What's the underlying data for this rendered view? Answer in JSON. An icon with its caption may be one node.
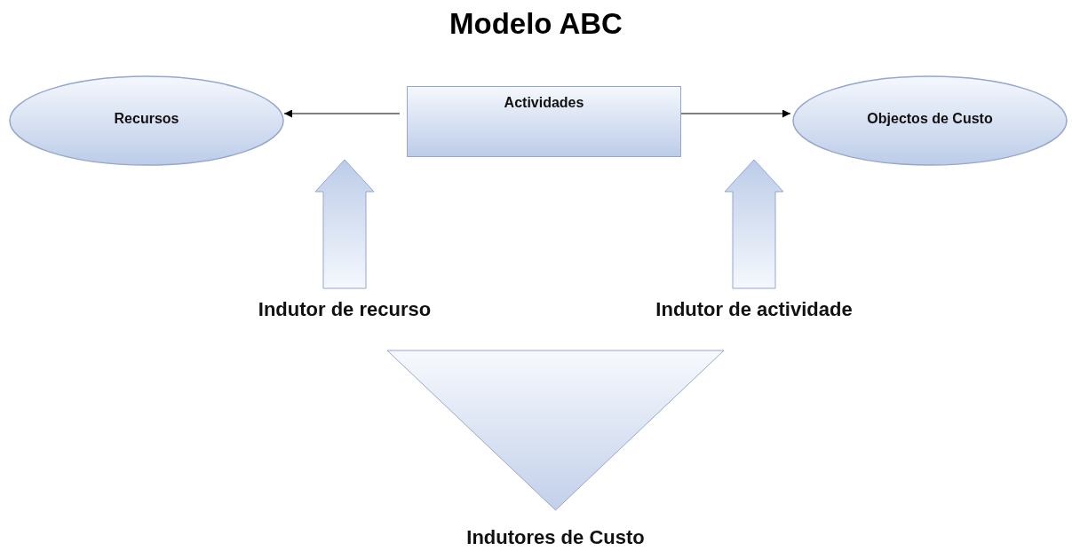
{
  "diagram": {
    "title": "Modelo ABC",
    "nodes": [
      {
        "text": [
          "Recursos"
        ]
      },
      {
        "text": [
          "Actividades"
        ]
      },
      {
        "text": [
          "Objectos de Custo"
        ]
      },
      {
        "text": [
          "Indutor de recurso"
        ]
      },
      {
        "text": [
          "Indutor de actividade"
        ]
      },
      {
        "text": [
          "Indutores de Custo"
        ]
      }
    ],
    "edges": [
      {
        "from": 1,
        "to": 0,
        "arrow": "to"
      },
      {
        "from": 1,
        "to": 2,
        "arrow": "to"
      },
      {
        "from": 3,
        "to": null,
        "arrow": "to",
        "style": "thick"
      },
      {
        "from": 4,
        "to": null,
        "arrow": "to",
        "style": "thick"
      }
    ]
  }
}
